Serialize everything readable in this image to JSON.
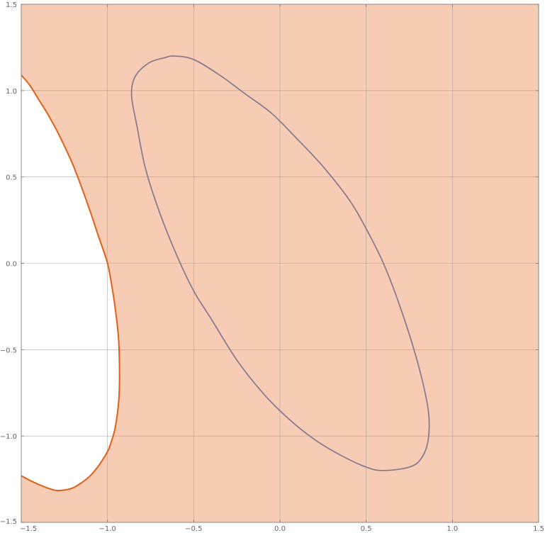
{
  "chart_data": {
    "type": "region",
    "xlim": [
      -1.5,
      1.5
    ],
    "ylim": [
      -1.5,
      1.5
    ],
    "grid": true,
    "x_ticks": [
      {
        "value": -1.5,
        "label": "−1.5"
      },
      {
        "value": -1.0,
        "label": "−1.0"
      },
      {
        "value": -0.5,
        "label": "−0.5"
      },
      {
        "value": 0.0,
        "label": "0.0"
      },
      {
        "value": 0.5,
        "label": "0.5"
      },
      {
        "value": 1.0,
        "label": "1.0"
      },
      {
        "value": 1.5,
        "label": "1.5"
      }
    ],
    "y_ticks": [
      {
        "value": -1.5,
        "label": "−1.5"
      },
      {
        "value": -1.0,
        "label": "−1.0"
      },
      {
        "value": -0.5,
        "label": "−0.5"
      },
      {
        "value": 0.0,
        "label": "0.0"
      },
      {
        "value": 0.5,
        "label": "0.5"
      },
      {
        "value": 1.0,
        "label": "1.0"
      },
      {
        "value": 1.5,
        "label": "1.5"
      }
    ],
    "colors": {
      "region_fill": "#f6cdb4",
      "boundary": "#e0601a",
      "ellipse": "#8a7c90",
      "grid": "#9a9a9a",
      "frame": "#888888"
    },
    "series": [
      {
        "kind": "excluded-region-boundary",
        "points": [
          [
            -1.5,
            1.09
          ],
          [
            -1.45,
            1.03
          ],
          [
            -1.4,
            0.95
          ],
          [
            -1.35,
            0.87
          ],
          [
            -1.3,
            0.78
          ],
          [
            -1.25,
            0.68
          ],
          [
            -1.2,
            0.57
          ],
          [
            -1.15,
            0.44
          ],
          [
            -1.1,
            0.3
          ],
          [
            -1.05,
            0.15
          ],
          [
            -1.0,
            0.0
          ],
          [
            -0.97,
            -0.16
          ],
          [
            -0.95,
            -0.3
          ],
          [
            -0.935,
            -0.45
          ],
          [
            -0.93,
            -0.65
          ],
          [
            -0.935,
            -0.8
          ],
          [
            -0.955,
            -0.95
          ],
          [
            -0.98,
            -1.04
          ],
          [
            -1.0,
            -1.09
          ],
          [
            -1.05,
            -1.17
          ],
          [
            -1.1,
            -1.23
          ],
          [
            -1.15,
            -1.27
          ],
          [
            -1.2,
            -1.3
          ],
          [
            -1.25,
            -1.313
          ],
          [
            -1.3,
            -1.315
          ],
          [
            -1.35,
            -1.3
          ],
          [
            -1.4,
            -1.28
          ],
          [
            -1.45,
            -1.257
          ],
          [
            -1.5,
            -1.23
          ]
        ]
      },
      {
        "kind": "ellipse",
        "points": [
          [
            -0.61,
            1.2
          ],
          [
            -0.5,
            1.18
          ],
          [
            -0.35,
            1.09
          ],
          [
            -0.2,
            0.98
          ],
          [
            -0.05,
            0.87
          ],
          [
            0.1,
            0.72
          ],
          [
            0.25,
            0.56
          ],
          [
            0.4,
            0.37
          ],
          [
            0.5,
            0.2
          ],
          [
            0.6,
            0.0
          ],
          [
            0.7,
            -0.26
          ],
          [
            0.8,
            -0.58
          ],
          [
            0.86,
            -0.85
          ],
          [
            0.86,
            -1.02
          ],
          [
            0.82,
            -1.13
          ],
          [
            0.75,
            -1.18
          ],
          [
            0.6,
            -1.2
          ],
          [
            0.5,
            -1.18
          ],
          [
            0.35,
            -1.11
          ],
          [
            0.2,
            -1.02
          ],
          [
            0.05,
            -0.9
          ],
          [
            -0.1,
            -0.75
          ],
          [
            -0.25,
            -0.56
          ],
          [
            -0.4,
            -0.32
          ],
          [
            -0.5,
            -0.16
          ],
          [
            -0.6,
            0.05
          ],
          [
            -0.7,
            0.3
          ],
          [
            -0.78,
            0.55
          ],
          [
            -0.83,
            0.8
          ],
          [
            -0.86,
            0.97
          ],
          [
            -0.84,
            1.08
          ],
          [
            -0.76,
            1.16
          ],
          [
            -0.67,
            1.19
          ],
          [
            -0.61,
            1.2
          ]
        ]
      }
    ]
  }
}
